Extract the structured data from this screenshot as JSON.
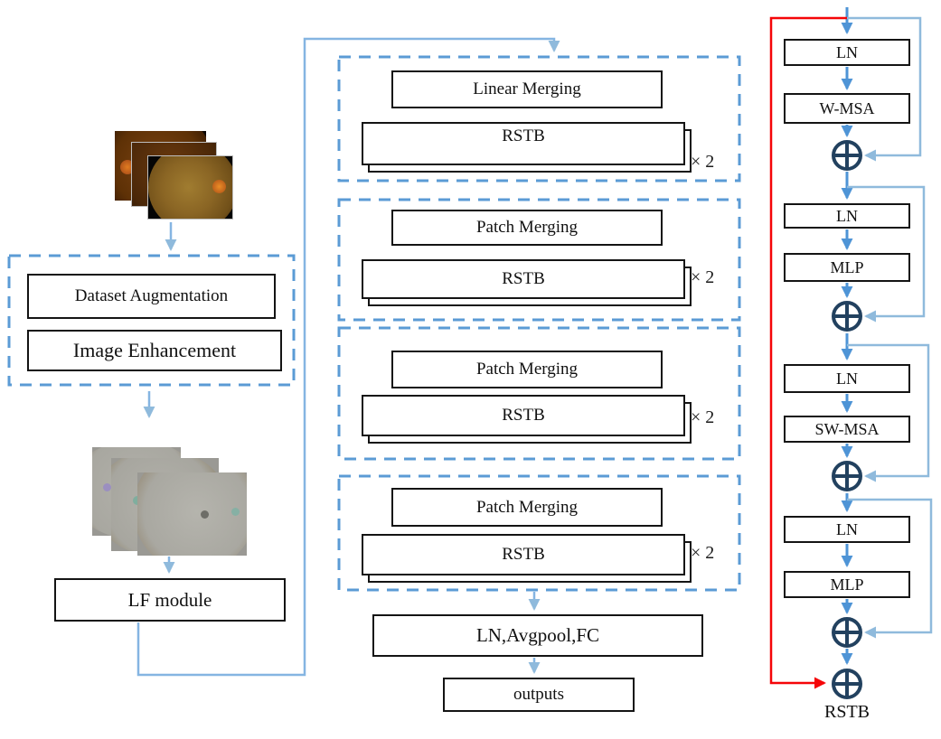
{
  "diagram": {
    "title_hint": "RSTB Swin-transformer fundus classification architecture",
    "left": {
      "input_stack_icon": "fundus-photo-stack",
      "feature_stack_icon": "enhanced-feature-map-stack",
      "dataset_augmentation": "Dataset Augmentation",
      "image_enhancement": "Image Enhancement",
      "lf_module": "LF module"
    },
    "middle": {
      "stages": [
        {
          "merge": "Linear Merging",
          "block": "RSTB",
          "repeat": "× 2"
        },
        {
          "merge": "Patch Merging",
          "block": "RSTB",
          "repeat": "× 2"
        },
        {
          "merge": "Patch Merging",
          "block": "RSTB",
          "repeat": "× 2"
        },
        {
          "merge": "Patch Merging",
          "block": "RSTB",
          "repeat": "× 2"
        }
      ],
      "head": "LN,Avgpool,FC",
      "output": "outputs"
    },
    "right": {
      "blocks": [
        "LN",
        "W-MSA",
        "LN",
        "MLP",
        "LN",
        "SW-MSA",
        "LN",
        "MLP"
      ],
      "caption": "RSTB",
      "sum_icon": "circle-plus"
    },
    "colors": {
      "dashed_border": "#5B9BD5",
      "flow_arrow": "#4E94D6",
      "skip_arrow": "#8FBADC",
      "residual_red": "#F50508",
      "sum_symbol": "#22415F"
    }
  }
}
